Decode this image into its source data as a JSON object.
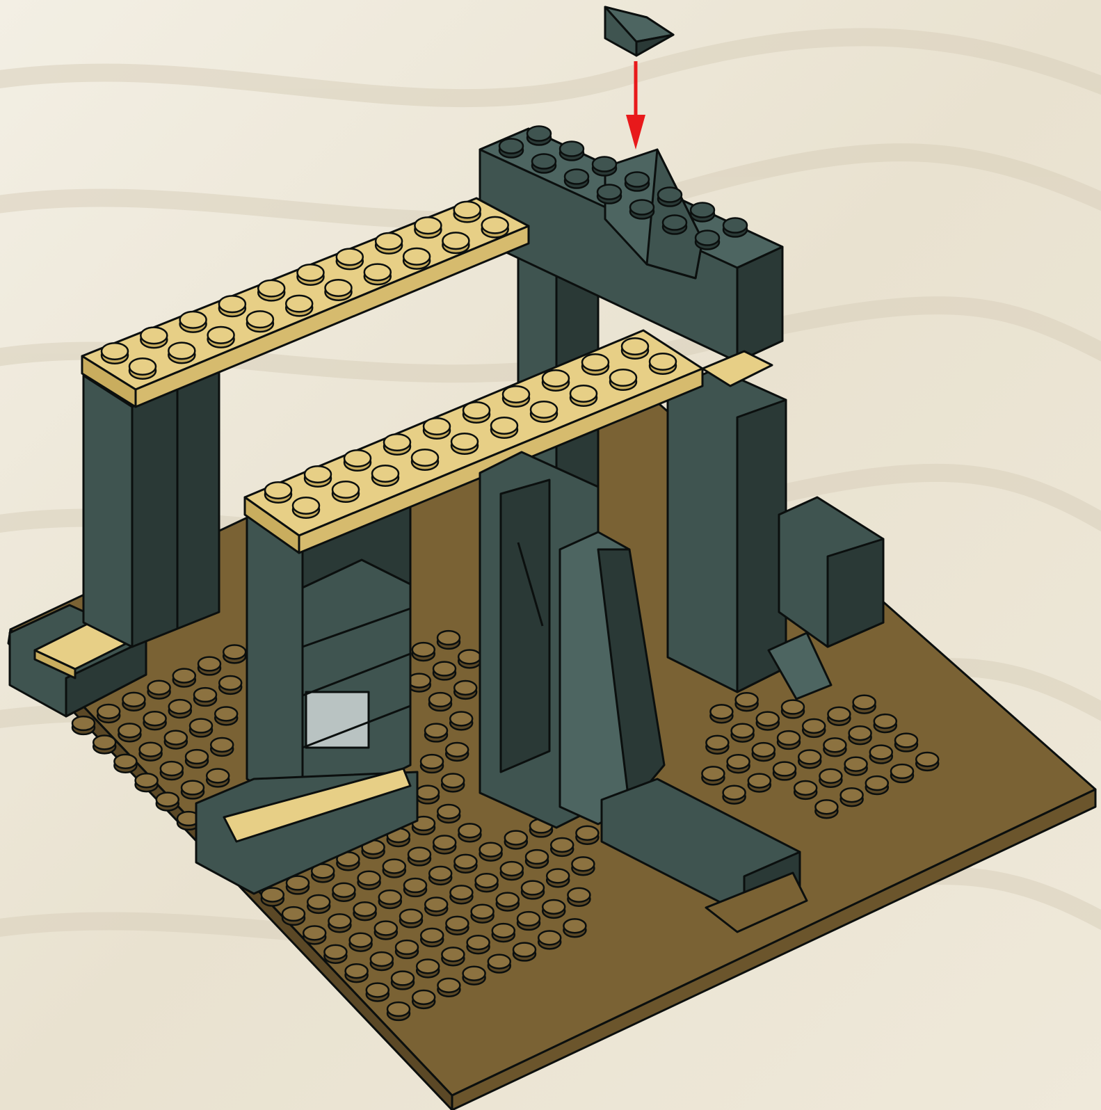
{
  "diagram": {
    "type": "building-instruction-step",
    "text": [],
    "colors": {
      "background": "#ece6d6",
      "baseplate": "#7a6234",
      "baseplate_side": "#5b4826",
      "dark_gray": "#3f5450",
      "dark_gray_light": "#4d6561",
      "dark_gray_shadow": "#2a3936",
      "tan": "#e7cf86",
      "tan_side": "#c9ad5e",
      "light_gray": "#b9c3c2",
      "arrow": "#e8191b",
      "outline": "#0b0f0e"
    },
    "parts": [
      {
        "name": "baseplate",
        "color": "brown"
      },
      {
        "name": "tan-plate-back",
        "color": "tan"
      },
      {
        "name": "tan-plate-front",
        "color": "tan"
      },
      {
        "name": "pillar-left",
        "color": "dark-gray"
      },
      {
        "name": "pillar-center",
        "color": "dark-gray"
      },
      {
        "name": "pillar-right",
        "color": "dark-gray"
      },
      {
        "name": "archway-top",
        "color": "dark-gray"
      },
      {
        "name": "slope-brick-new",
        "color": "dark-gray"
      }
    ],
    "instruction": {
      "action": "place",
      "part": "slope-brick-new",
      "arrow_direction": "down"
    }
  }
}
